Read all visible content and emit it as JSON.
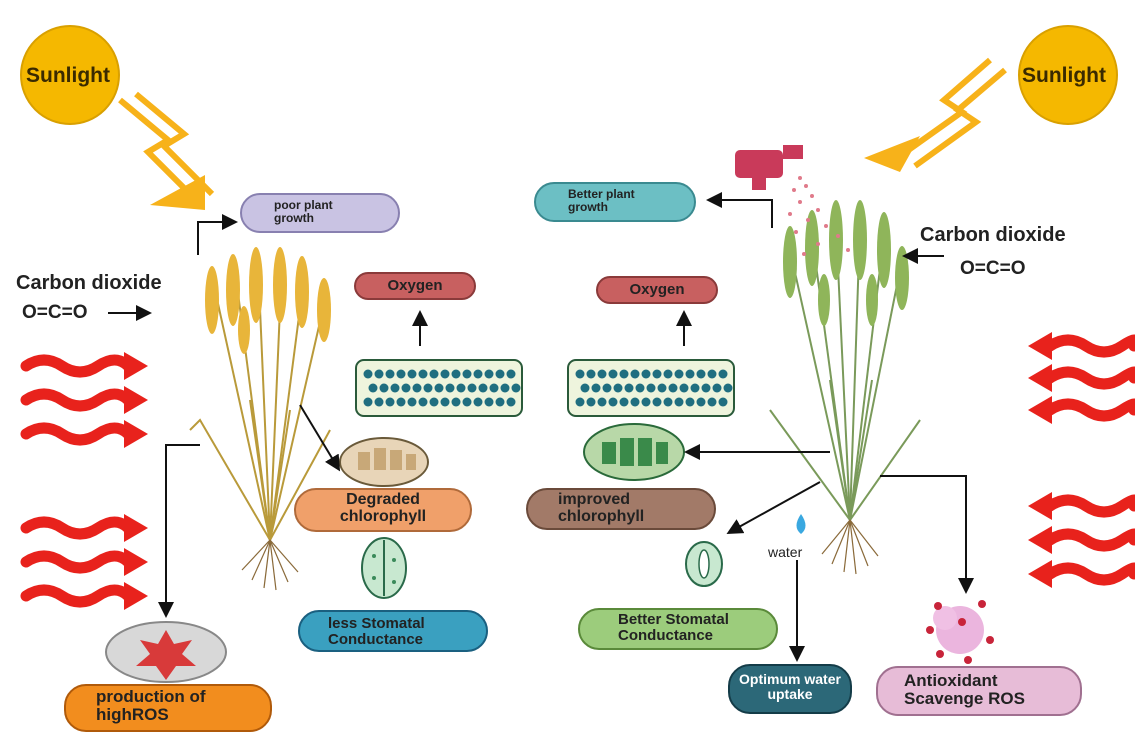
{
  "left": {
    "sunlight": "Sunlight",
    "co2_title": "Carbon dioxide",
    "co2_formula": "O=C=O",
    "growth": "poor  plant growth",
    "oxygen": "Oxygen",
    "chlorophyll": "Degraded chlorophyll",
    "stomata": "less Stomatal Conductance",
    "ros": "production of highROS"
  },
  "right": {
    "sunlight": "Sunlight",
    "co2_title": "Carbon dioxide",
    "co2_formula": "O=C=O",
    "growth": "Better plant growth",
    "oxygen": "Oxygen",
    "chlorophyll": "improved chlorophyll",
    "stomata": "Better Stomatal Conductance",
    "water_label": "water",
    "water_uptake": "Optimum water uptake",
    "antioxidant": "Antioxidant Scavenge ROS"
  },
  "colors": {
    "sun": "#f5b800",
    "sun_ray": "#f7b21a",
    "heat_arrow": "#e8221c",
    "growth_left": "#c9c3e3",
    "growth_right": "#6cbfc4",
    "oxygen": "#c86060",
    "chlorophyll_left": "#f0a06a",
    "chlorophyll_right": "#a27a68",
    "stomata_left": "#3aa0c0",
    "stomata_right": "#9ccc7c",
    "ros": "#f28d1e",
    "water_uptake": "#2c6878",
    "antioxidant": "#e7bcd7"
  },
  "icons": [
    "sun-icon",
    "sunlight-ray-icon",
    "heat-wave-arrow-icon",
    "wheat-plant-icon",
    "chlorophyll-molecule-icon",
    "chloroplast-icon",
    "stomata-icon",
    "mitochondria-icon",
    "spray-bottle-icon",
    "water-droplet-icon",
    "ros-particle-icon"
  ]
}
